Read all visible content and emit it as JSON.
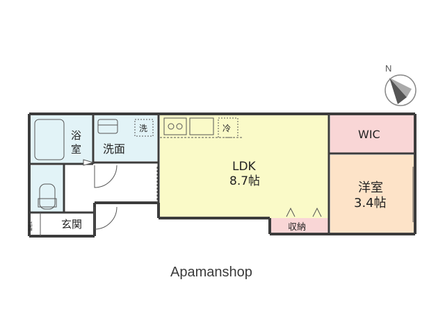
{
  "rooms": {
    "bath": {
      "label_line1": "浴",
      "label_line2": "室"
    },
    "washroom": {
      "label": "洗面"
    },
    "washer": {
      "label": "洗"
    },
    "fridge": {
      "label": "冷"
    },
    "ldk": {
      "label": "LDK",
      "size": "8.7帖"
    },
    "wic": {
      "label": "WIC"
    },
    "western": {
      "label": "洋室",
      "size": "3.4帖"
    },
    "storage": {
      "label": "収納"
    },
    "entrance": {
      "label": "玄関"
    },
    "shoebox": {
      "label": "下駄箱"
    }
  },
  "compass": {
    "north_label": "N",
    "icon": "compass-icon"
  },
  "watermark": "Apamanshop",
  "colors": {
    "ldk": "#fafac8",
    "wic": "#f9d6d6",
    "western": "#fde3c8",
    "storage": "#f9d6d6",
    "washroom": "#e2f3f7",
    "bath": "#e2f3f7",
    "toilet": "#e2f3f7",
    "wall": "#3c3c3c"
  }
}
